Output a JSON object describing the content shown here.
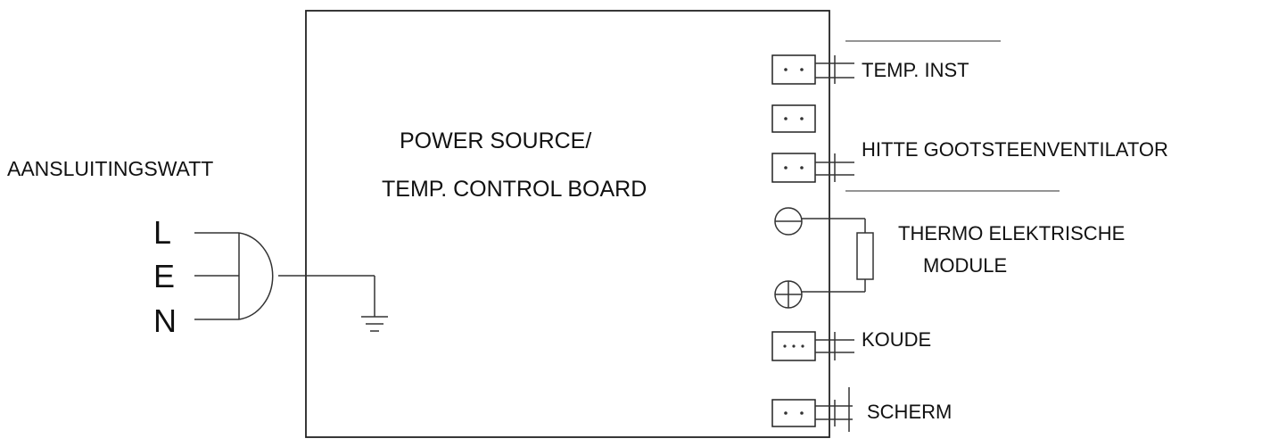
{
  "power_label": "AANSLUITINGSWATT",
  "terminals": {
    "live": "L",
    "earth": "E",
    "neutral": "N"
  },
  "board": {
    "line1": "POWER SOURCE/",
    "line2": "TEMP. CONTROL BOARD"
  },
  "connectors": {
    "temp_inst": "TEMP. INST",
    "heat_sink_fan": "HITTE GOOTSTEENVENTILATOR",
    "thermo_module_line1": "THERMO ELEKTRISCHE",
    "thermo_module_line2": "MODULE",
    "cold": "KOUDE",
    "screen": "SCHERM"
  }
}
